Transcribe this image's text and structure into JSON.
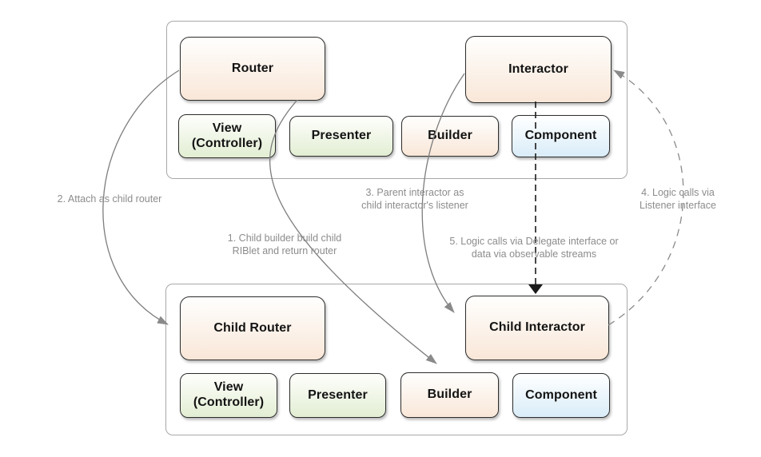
{
  "colors": {
    "peach_fill": "#f9e7d8",
    "green_fill": "#e2eed3",
    "blue_fill": "#d9ecf8",
    "container_border": "#a8a8a8",
    "node_border": "#2d2d2d",
    "arrow_gray": "#8a8a8a",
    "arrow_black": "#1a1a1a",
    "note_text": "#8c8c8c",
    "label_text": "#131313"
  },
  "parent_rib": {
    "router": "Router",
    "interactor": "Interactor",
    "view_controller": "View\n(Controller)",
    "presenter": "Presenter",
    "builder": "Builder",
    "component": "Component"
  },
  "child_rib": {
    "router": "Child Router",
    "interactor": "Child Interactor",
    "view_controller": "View\n(Controller)",
    "presenter": "Presenter",
    "builder": "Builder",
    "component": "Component"
  },
  "annotations": {
    "attach_as_child": "2. Attach as child router",
    "child_builder_build": "1. Child builder build child\nRIBlet and return router",
    "parent_as_listener": "3. Parent interactor as\nchild interactor's listener",
    "logic_via_listener": "4. Logic calls via\nListener interface",
    "logic_via_delegate": "5. Logic calls via Delegate interface or\ndata via observable streams"
  }
}
